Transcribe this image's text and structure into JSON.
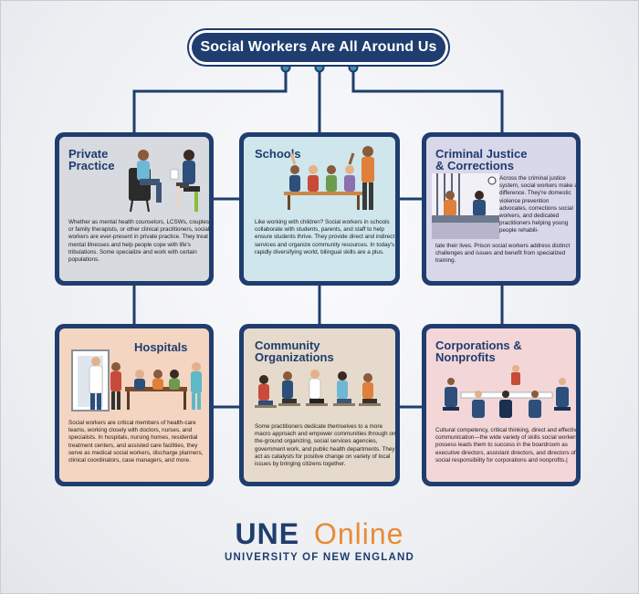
{
  "title": "Social Workers Are All Around Us",
  "colors": {
    "navy": "#1f3d6e",
    "connector_dot": "#3f8fb5",
    "private_practice_bg": "#d7dadf",
    "schools_bg": "#cfe6ec",
    "criminal_justice_bg": "#d9d7ea",
    "hospitals_bg": "#f3d5c1",
    "community_bg": "#e5dacb",
    "corporations_bg": "#f3d6d8",
    "logo_orange": "#e98b36"
  },
  "cards": {
    "private_practice": {
      "heading": "Private\nPractice",
      "text": "Whether as mental health counselors, LCSWs, couples or family therapists, or other clinical practitioners, social workers are ever-present in private practice. They treat mental illnesses and help people cope with life's tribulations. Some specialize and work with certain populations."
    },
    "schools": {
      "heading": "Schools",
      "text": "Like working with children? Social workers in schools collaborate with students, parents, and staff to help ensure students thrive. They provide direct and indirect services and organize community resources. In today's rapidly diversifying world, bilingual skills are a plus."
    },
    "criminal_justice": {
      "heading": "Criminal Justice\n& Corrections",
      "text_side": "Across the criminal justice system, social workers make a difference. They're domestic violence prevention advocates, corrections social workers, and dedicated practitioners helping young people rehabili-",
      "text_bottom": "tate their lives. Prison social workers address distinct challenges and issues and benefit from specialized training."
    },
    "hospitals": {
      "heading": "Hospitals",
      "text": "Social workers are critical members of health-care teams, working closely with doctors, nurses, and specialists. In hospitals, nursing homes, residential treatment centers, and assisted care facilities, they serve as medical social workers, discharge planners, clinical coordinators, case managers, and more."
    },
    "community": {
      "heading": "Community\nOrganizations",
      "text": "Some practitioners dedicate themselves to a more macro approach and empower communities through on-the-ground organizing, social services agencies, government work, and public health departments. They act as catalysts for positive change on variety of local issues by bringing citizens together."
    },
    "corporations": {
      "heading": "Corporations &\nNonprofits",
      "text": "Cultural competency, critical thinking, direct and effective communication—the wide variety of skills social workers possess leads them to success in the boardroom as executive directors, assistant directors, and directors of social responsibility for corporations and nonprofits.|"
    }
  },
  "logo": {
    "une": "UNE",
    "online_o": "O",
    "online_rest": "nline",
    "subtitle": "UNIVERSITY OF NEW ENGLAND"
  }
}
